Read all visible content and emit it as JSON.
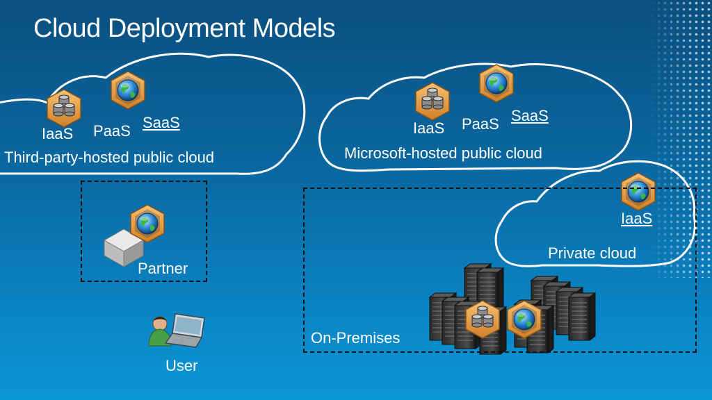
{
  "slide": {
    "title": "Cloud Deployment Models"
  },
  "clouds": {
    "third_party": {
      "caption": "Third-party-hosted public cloud",
      "iaas": "IaaS",
      "paas": "PaaS",
      "saas": "SaaS"
    },
    "microsoft": {
      "caption": "Microsoft-hosted public cloud",
      "iaas": "IaaS",
      "paas": "PaaS",
      "saas": "SaaS"
    },
    "private": {
      "caption": "Private cloud",
      "iaas": "IaaS"
    }
  },
  "partner": {
    "label": "Partner"
  },
  "on_premises": {
    "label": "On-Premises"
  },
  "user": {
    "label": "User"
  },
  "icons": {
    "service_globe": "globe-hex-icon",
    "service_db": "database-hex-icon",
    "partner_box": "box-icon",
    "server_rack": "server-rack-icon",
    "user_laptop": "user-laptop-icon"
  },
  "colors": {
    "hex_orange": "#e8a24a",
    "cloud_outline": "#ffffff",
    "text": "#ffffff"
  }
}
